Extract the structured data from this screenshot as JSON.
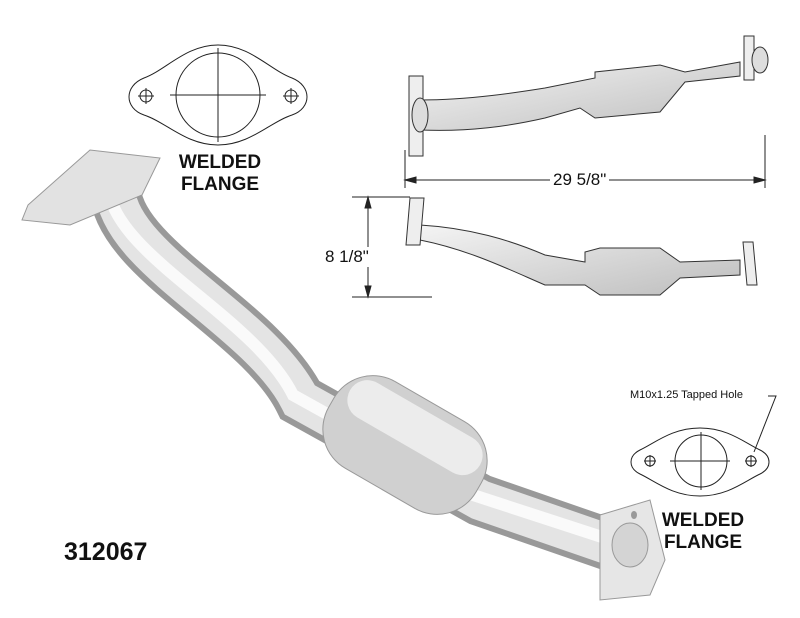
{
  "labels": {
    "top_flange_line1": "WELDED",
    "top_flange_line2": "FLANGE",
    "bottom_flange_line1": "WELDED",
    "bottom_flange_line2": "FLANGE",
    "length_dim": "29 5/8\"",
    "height_dim": "8 1/8\"",
    "tapped_hole": "M10x1.25 Tapped Hole",
    "part_number": "312067"
  },
  "colors": {
    "line": "#222222",
    "metal_dark": "#b8b8b8",
    "metal_light": "#eeeeee"
  }
}
